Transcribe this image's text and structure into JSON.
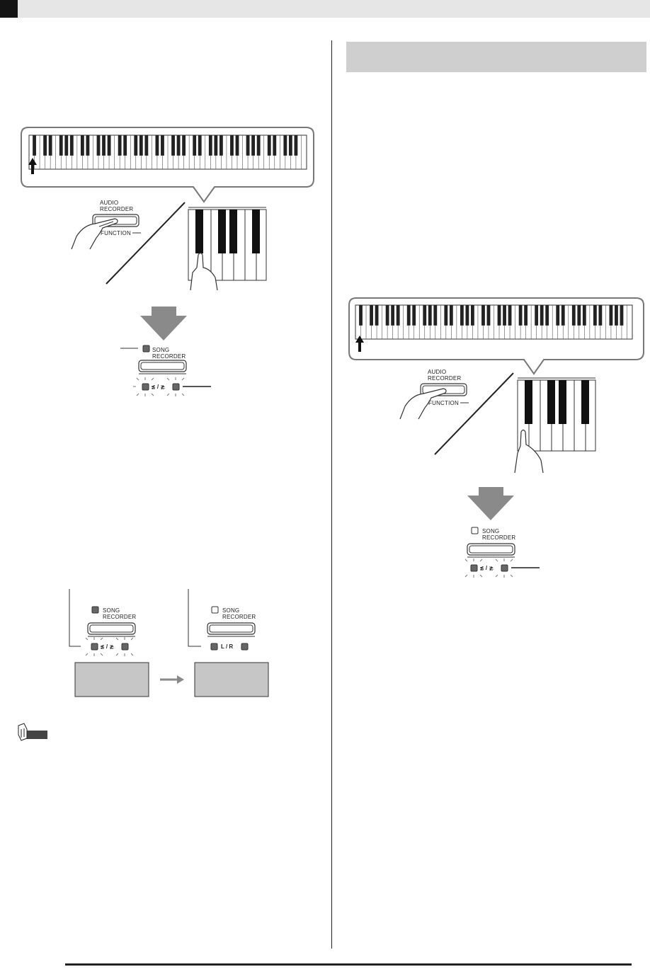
{
  "labels": {
    "audio_recorder": "AUDIO\nRECORDER",
    "function": "FUNCTION",
    "song_recorder": "SONG\nRECORDER",
    "lr": "L / R",
    "track_symbol": "≴ / ≵"
  },
  "colors": {
    "arrow": "#8a8a8a",
    "panel_gray": "#c6c6c6",
    "section_bar": "#cfcfcf",
    "led_lit": "#666666"
  }
}
